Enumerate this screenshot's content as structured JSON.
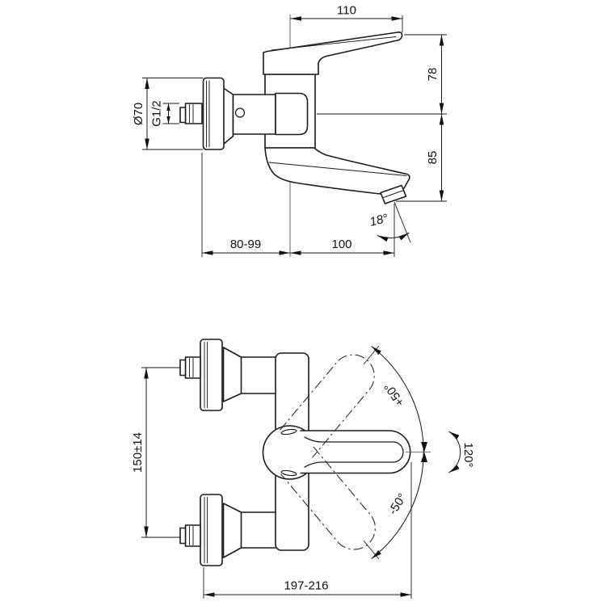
{
  "drawing": {
    "background": "#ffffff",
    "line_color": "#1c1c1c",
    "side_view": {
      "title": "side-elevation-wall-mixer",
      "labels": {
        "lever_length": "110",
        "height_above_inlet_axis": "78",
        "inlet_axis_to_outlet": "85",
        "flange_diameter": "Ø70",
        "inlet_thread": "G1/2",
        "wall_to_body": "80-99",
        "spout_projection": "100",
        "outlet_angle": "18°"
      }
    },
    "front_view": {
      "title": "front-elevation-handle-swing",
      "labels": {
        "inlet_centres": "150±14",
        "overall_projection": "197-216",
        "lever_swing_up": "+50°",
        "lever_swing_down": "-50°",
        "lever_rotation": "120°"
      }
    }
  }
}
